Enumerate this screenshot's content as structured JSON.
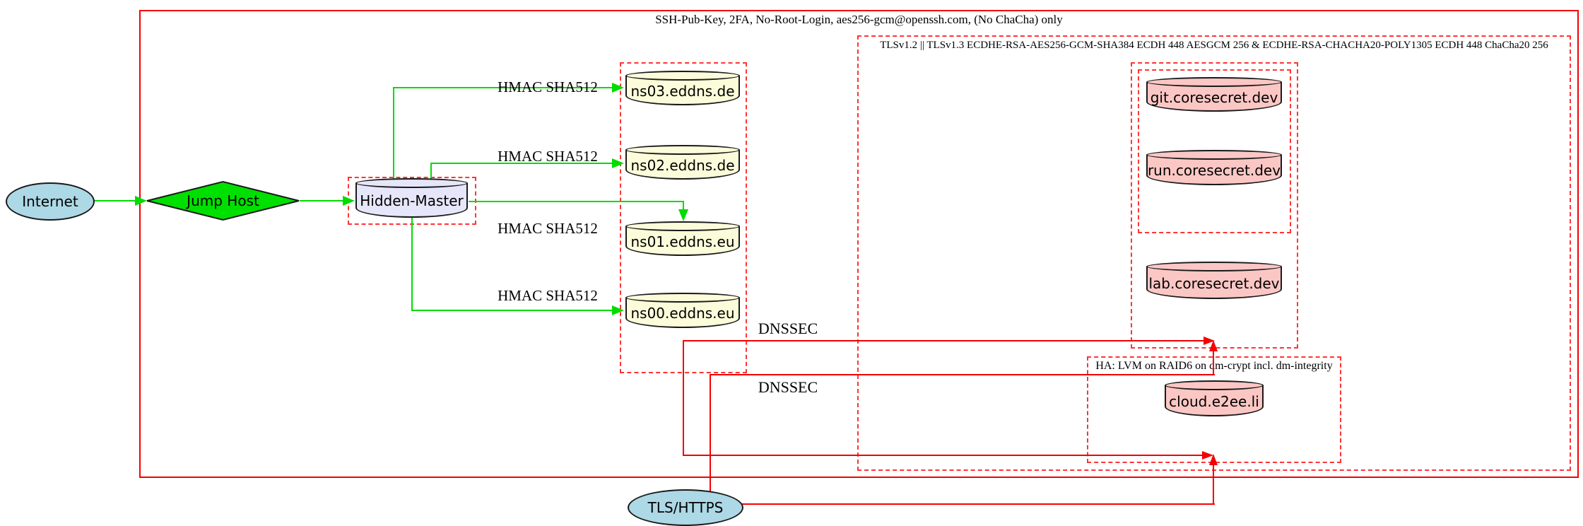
{
  "clusters": {
    "ssh": {
      "label": "SSH-Pub-Key, 2FA, No-Root-Login, aes256-gcm@openssh.com, (No ChaCha) only"
    },
    "tls": {
      "label": "TLSv1.2 || TLSv1.3 ECDHE-RSA-AES256-GCM-SHA384 ECDH 448 AESGCM 256 & ECDHE-RSA-CHACHA20-POLY1305 ECDH 448 ChaCha20 256"
    },
    "ha": {
      "label": "HA: LVM on RAID6 on dm-crypt incl. dm-integrity"
    }
  },
  "nodes": {
    "internet": {
      "label": "Internet",
      "shape": "ellipse",
      "fill": "#add8e6"
    },
    "jump_host": {
      "label": "Jump Host",
      "shape": "diamond",
      "fill": "#00e000"
    },
    "hidden_master": {
      "label": "Hidden-Master",
      "shape": "cylinder",
      "fill": "#e6e6fa"
    },
    "ns03": {
      "label": "ns03.eddns.de",
      "shape": "cylinder",
      "fill": "#fcfcdb"
    },
    "ns02": {
      "label": "ns02.eddns.de",
      "shape": "cylinder",
      "fill": "#fcfcdb"
    },
    "ns01": {
      "label": "ns01.eddns.eu",
      "shape": "cylinder",
      "fill": "#fcfcdb"
    },
    "ns00": {
      "label": "ns00.eddns.eu",
      "shape": "cylinder",
      "fill": "#fcfcdb"
    },
    "git": {
      "label": "git.coresecret.dev",
      "shape": "cylinder",
      "fill": "#fbc7c5"
    },
    "run": {
      "label": "run.coresecret.dev",
      "shape": "cylinder",
      "fill": "#fbc7c5"
    },
    "lab": {
      "label": "lab.coresecret.dev",
      "shape": "cylinder",
      "fill": "#fbc7c5"
    },
    "cloud": {
      "label": "cloud.e2ee.li",
      "shape": "cylinder",
      "fill": "#fbc7c5"
    },
    "tls_https": {
      "label": "TLS/HTTPS",
      "shape": "ellipse",
      "fill": "#add8e6"
    }
  },
  "edges": [
    {
      "from": "internet",
      "to": "jump_host",
      "color": "green",
      "label": ""
    },
    {
      "from": "jump_host",
      "to": "hidden_master",
      "color": "green",
      "label": ""
    },
    {
      "from": "hidden_master",
      "to": "ns03",
      "color": "green",
      "label": "HMAC SHA512"
    },
    {
      "from": "hidden_master",
      "to": "ns02",
      "color": "green",
      "label": "HMAC SHA512"
    },
    {
      "from": "hidden_master",
      "to": "ns01",
      "color": "green",
      "label": "HMAC SHA512"
    },
    {
      "from": "hidden_master",
      "to": "ns00",
      "color": "green",
      "label": "HMAC SHA512"
    },
    {
      "from": "ns-cluster",
      "to": "coresecret-cluster",
      "color": "red",
      "label": "DNSSEC"
    },
    {
      "from": "ns-cluster",
      "to": "ha-cluster",
      "color": "red",
      "label": "DNSSEC"
    },
    {
      "from": "tls_https",
      "to": "coresecret-cluster",
      "color": "red",
      "label": ""
    },
    {
      "from": "tls_https",
      "to": "ha-cluster",
      "color": "red",
      "label": ""
    }
  ],
  "colors": {
    "edge_green": "#00dc00",
    "edge_red": "#f40000",
    "cluster_border_red": "#ff3434",
    "node_border": "#1a1a1a",
    "background": "#ffffff"
  }
}
